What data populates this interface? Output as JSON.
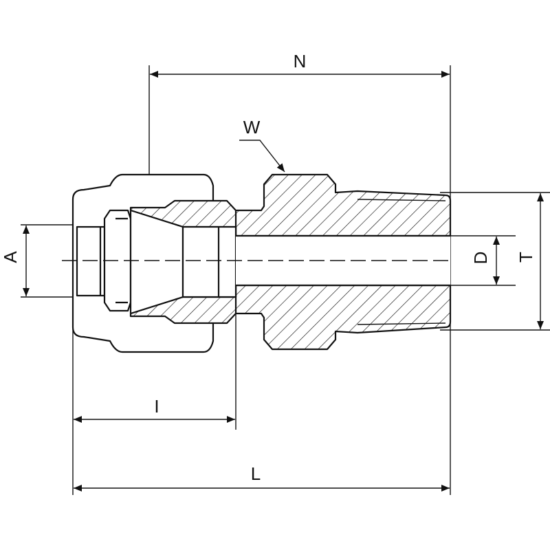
{
  "diagram": {
    "dimension_labels": {
      "N": "N",
      "W": "W",
      "A": "A",
      "D": "D",
      "T": "T",
      "I": "I",
      "L": "L"
    }
  }
}
